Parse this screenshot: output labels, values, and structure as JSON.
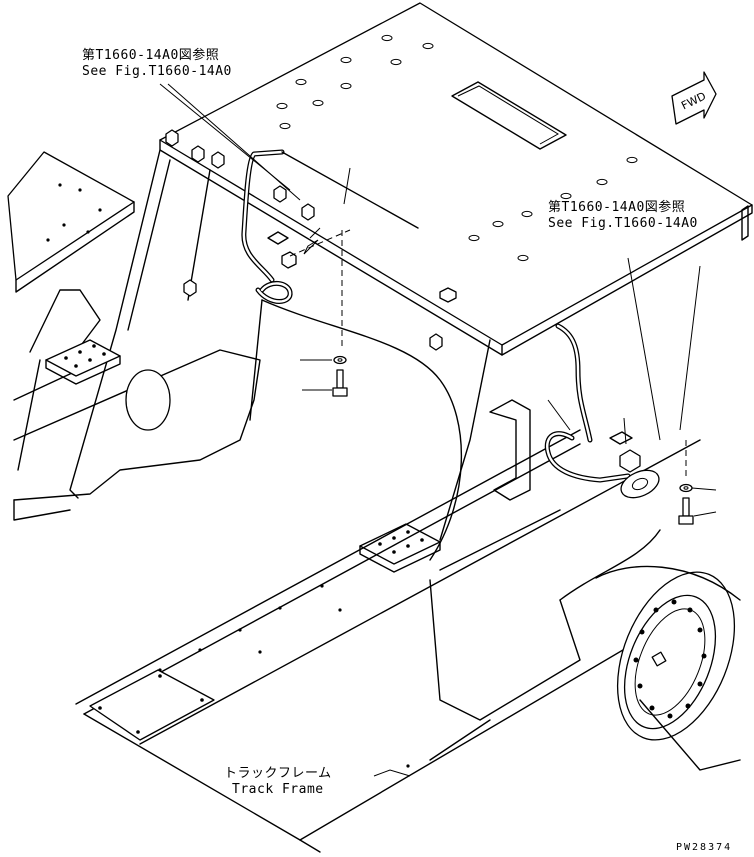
{
  "callouts": {
    "ref_left_jp": "第T1660-14A0図参照",
    "ref_left_en": "See Fig.T1660-14A0",
    "ref_right_jp": "第T1660-14A0図参照",
    "ref_right_en": "See Fig.T1660-14A0",
    "track_frame_jp": "トラックフレーム",
    "track_frame_en": "Track Frame"
  },
  "direction_arrow": {
    "text": "FWD",
    "icon": "forward-arrow-icon"
  },
  "drawing_code": "PW28374"
}
